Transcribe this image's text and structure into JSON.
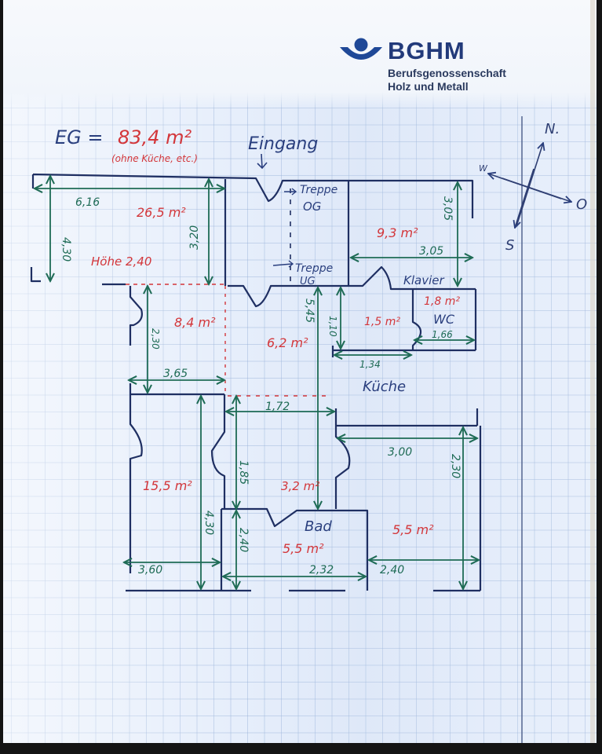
{
  "logo": {
    "name": "BGHM",
    "line1": "Berufsgenossenschaft",
    "line2": "Holz und Metall",
    "icon": "bghm-logo-icon",
    "color": "#1f4897"
  },
  "header": {
    "floor": "EG =",
    "total_area": "83,4 m²",
    "note": "(ohne Küche, etc.)",
    "entrance": "Eingang"
  },
  "compass": {
    "north": "N.",
    "south": "S",
    "west": "W",
    "east": "O"
  },
  "colors": {
    "walls": "#1f2f62",
    "dimensions": "#1e6b55",
    "areas": "#d3363a",
    "labels": "#2a3f7e"
  },
  "labels": {
    "stairs_up": "Treppe",
    "stairs_up_floor": "OG",
    "stairs_down": "Treppe",
    "stairs_down_floor": "UG",
    "piano": "Klavier",
    "wc": "WC",
    "kitchen": "Küche",
    "bath": "Bad",
    "ceiling_height": "Höhe 2,40"
  },
  "areas": {
    "living": "26,5 m²",
    "north_east": "9,3 m²",
    "wc": "1,8 m²",
    "small_room": "1,5 m²",
    "dining": "8,4 m²",
    "hall": "6,2 m²",
    "bedroom": "15,5 m²",
    "corridor": "3,2 m²",
    "bath": "5,5 m²",
    "south_east": "5,5 m²"
  },
  "dimensions": {
    "living_width": "6,16",
    "living_depth": "4,30",
    "living_inner": "3,20",
    "ne_width": "3,05",
    "ne_depth": "3,05",
    "wc_width": "1,66",
    "small_height": "1,10",
    "small_width": "1,34",
    "hall_depth": "5,45",
    "dining_depth": "2,30",
    "dining_width": "3,65",
    "corridor_width": "1,72",
    "corridor_depth": "1,85",
    "bedroom_depth": "4,30",
    "bedroom_width": "3,60",
    "bath_depth": "2,40",
    "bath_width": "2,32",
    "se_width": "3,00",
    "se_depth": "2,30",
    "se_inner": "2,40"
  }
}
